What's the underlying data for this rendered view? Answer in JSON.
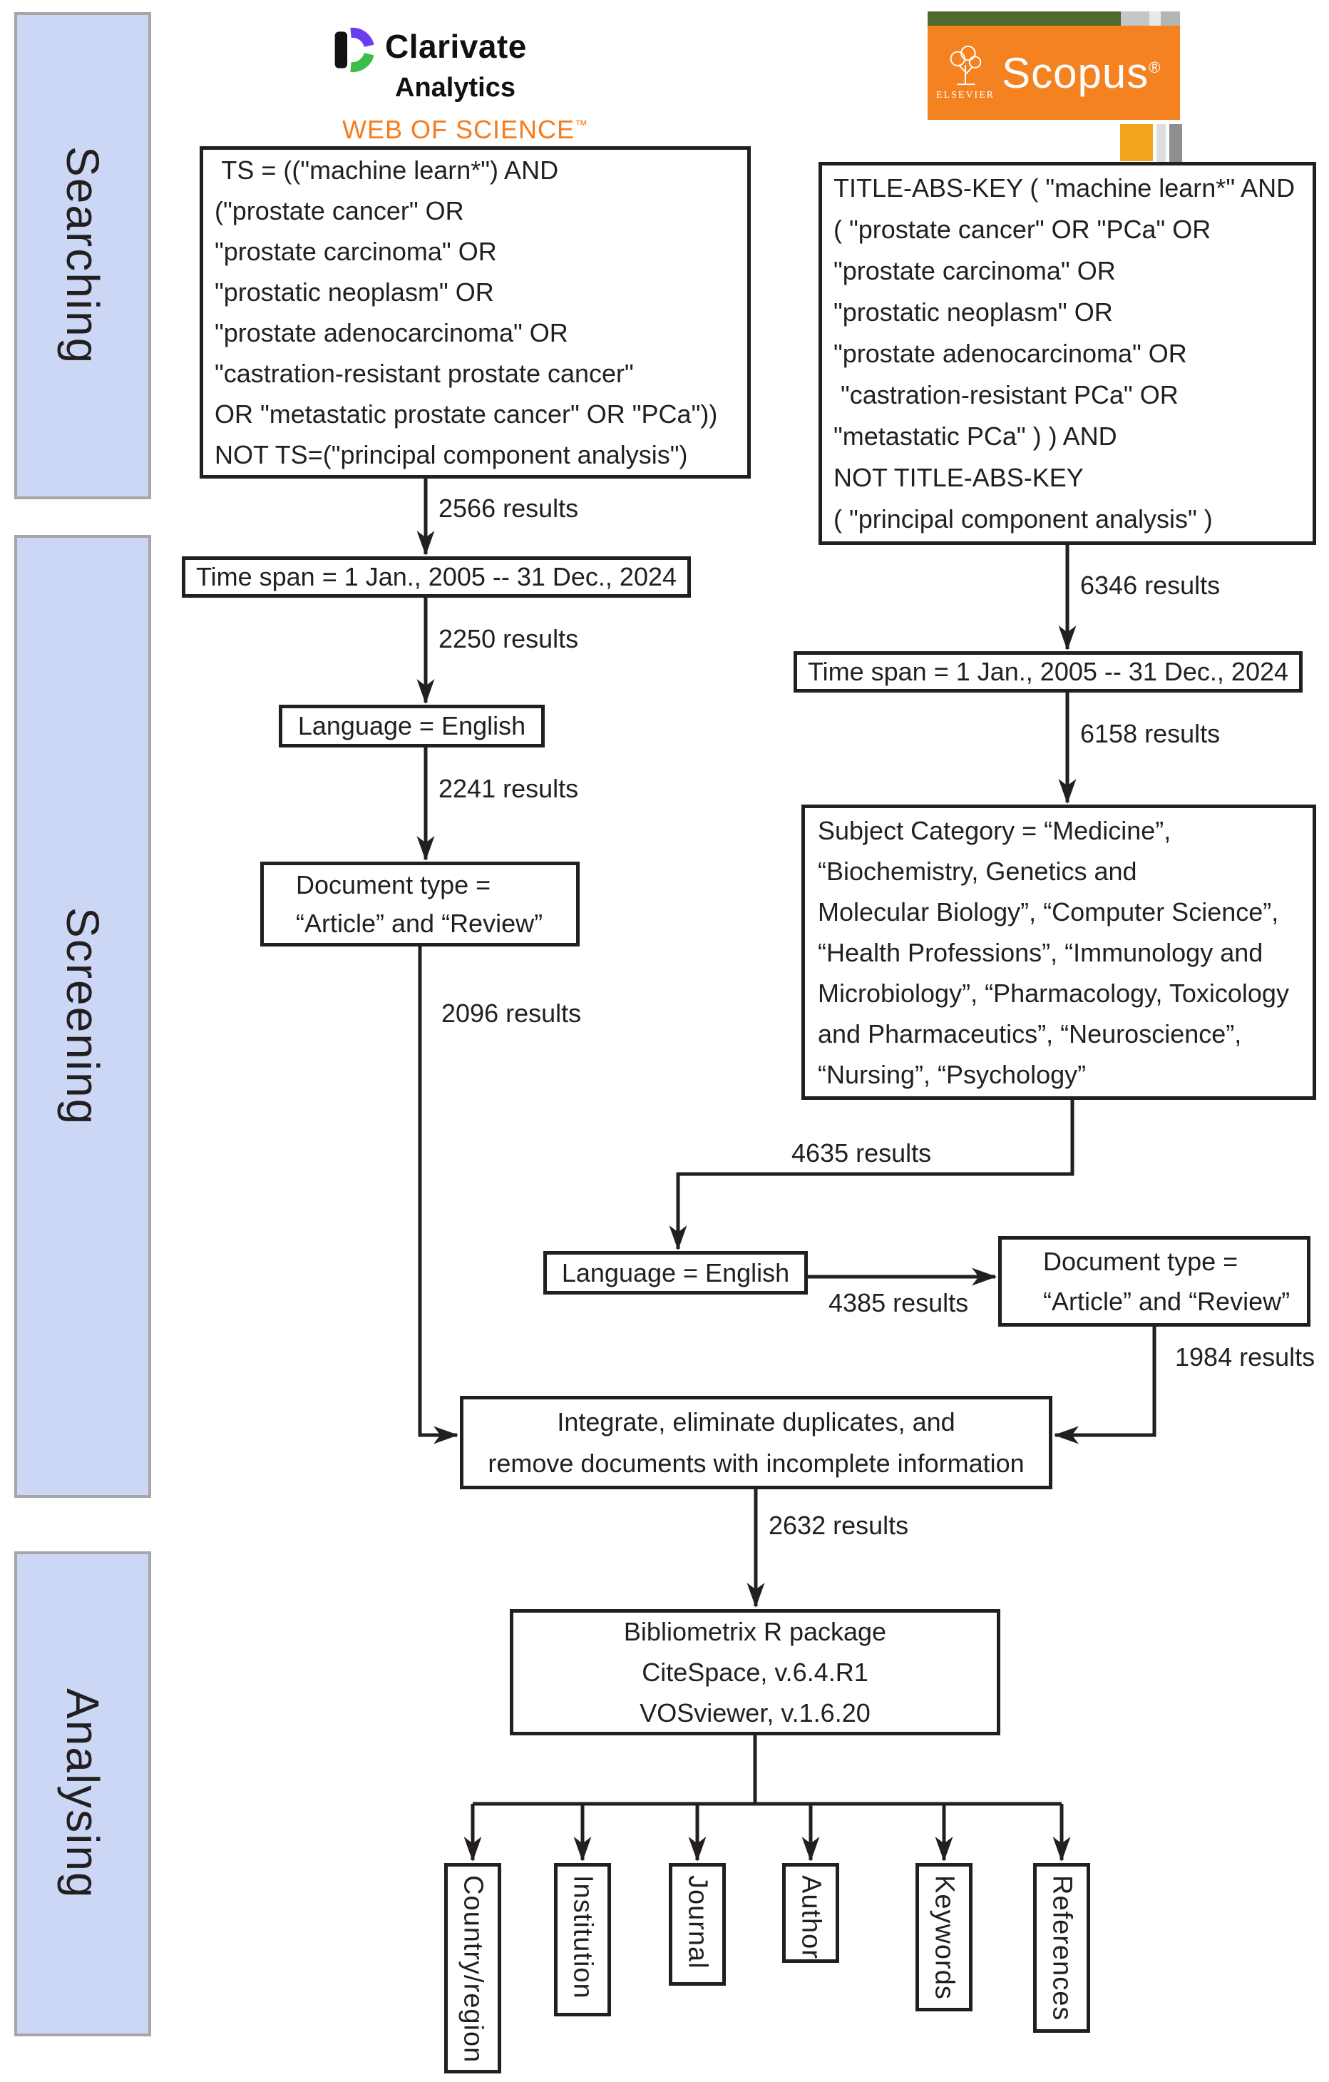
{
  "phases": [
    {
      "label": "Searching"
    },
    {
      "label": "Screening"
    },
    {
      "label": "Analysing"
    }
  ],
  "logos": {
    "clarivate": {
      "brand": "Clarivate",
      "subtitle": "Analytics",
      "product": "WEB OF SCIENCE",
      "trademark": "™"
    },
    "scopus": {
      "brand": "Scopus",
      "registered": "®",
      "publisher": "ELSEVIER"
    }
  },
  "wos": {
    "query": " TS = ((\"machine learn*\") AND\n(\"prostate cancer\" OR\n\"prostate carcinoma\" OR\n\"prostatic neoplasm\" OR\n\"prostate adenocarcinoma\" OR\n\"castration-resistant prostate cancer\"\nOR \"metastatic prostate cancer\" OR \"PCa\"))\nNOT TS=(\"principal component analysis\")",
    "results_after_search": "2566 results",
    "timespan": "Time span = 1 Jan., 2005 -- 31 Dec., 2024",
    "results_after_timespan": "2250 results",
    "language": "Language = English",
    "results_after_language": "2241 results",
    "doctype": "Document type =\n“Article” and “Review”",
    "results_after_doctype": "2096 results"
  },
  "scopus": {
    "query": "TITLE-ABS-KEY ( \"machine learn*\" AND\n( \"prostate cancer\" OR \"PCa\" OR\n\"prostate carcinoma\" OR\n\"prostatic neoplasm\" OR\n\"prostate adenocarcinoma\" OR\n \"castration-resistant PCa\" OR\n\"metastatic PCa\" ) ) AND\nNOT TITLE-ABS-KEY\n( \"principal component analysis\" )",
    "results_after_search": "6346 results",
    "timespan": "Time span = 1 Jan., 2005 -- 31 Dec., 2024",
    "results_after_timespan": "6158 results",
    "subject": "Subject Category = “Medicine”,\n“Biochemistry, Genetics and\nMolecular Biology”, “Computer Science”,\n“Health Professions”, “Immunology and\nMicrobiology”, “Pharmacology, Toxicology\nand Pharmaceutics”, “Neuroscience”,\n“Nursing”, “Psychology”",
    "results_after_subject": "4635 results",
    "language": "Language = English",
    "results_after_language": "4385 results",
    "doctype": "Document type =\n“Article” and “Review”",
    "results_after_doctype": "1984 results"
  },
  "merge": {
    "integrate": "Integrate, eliminate duplicates, and\nremove documents with incomplete information",
    "results": "2632 results",
    "tools": "Bibliometrix R package\nCiteSpace, v.6.4.R1\nVOSviewer, v.1.6.20"
  },
  "outputs": [
    {
      "label": "Country/region"
    },
    {
      "label": "Institution"
    },
    {
      "label": "Journal"
    },
    {
      "label": "Author"
    },
    {
      "label": "Keywords"
    },
    {
      "label": "References"
    }
  ],
  "colors": {
    "line": "#231f20",
    "phase_fill": "#ccd7f5",
    "phase_border": "#a6a6a6",
    "wos_orange": "#f47d20",
    "scopus_orange": "#f58220",
    "scopus_green": "#4d6b2f"
  }
}
